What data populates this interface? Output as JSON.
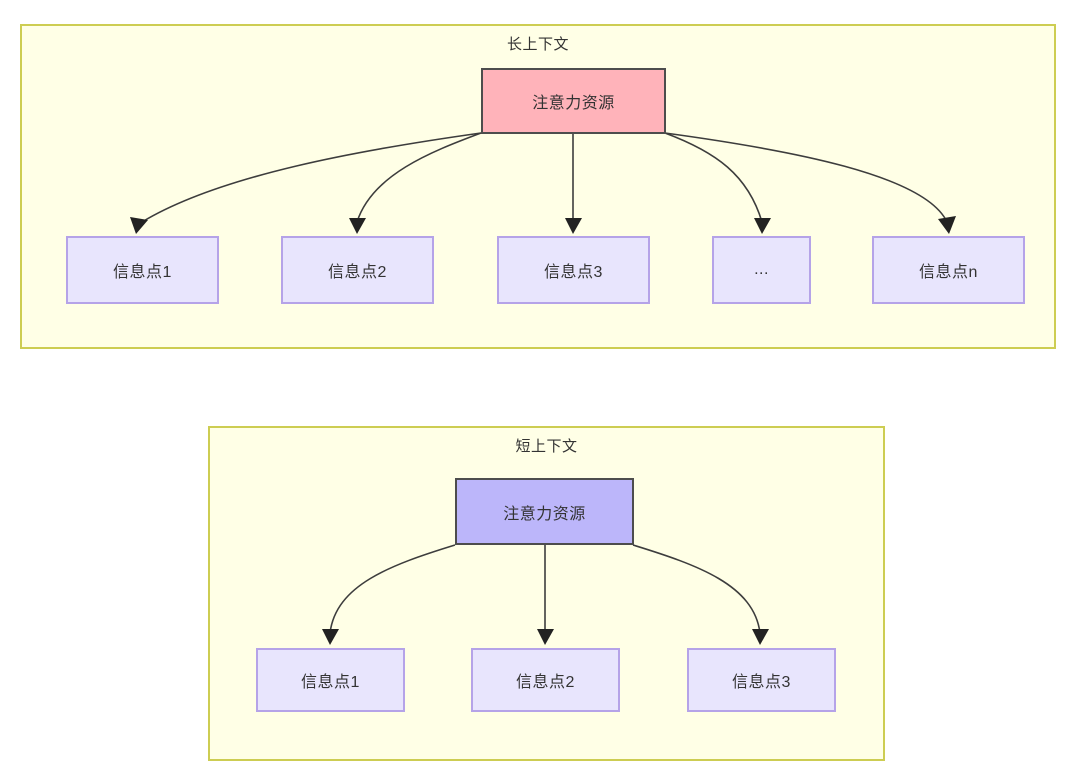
{
  "diagram": {
    "type": "node-edge-diagram",
    "background": "#ffffff",
    "colors": {
      "group_fill": "#ffffe6",
      "group_border": "#cdcd52",
      "root_long_fill": "#ffb3ba",
      "root_short_fill": "#bcb6fa",
      "root_border": "#4d4d4d",
      "leaf_fill": "#e8e5fd",
      "leaf_border": "#b5a3e8",
      "edge_stroke": "#3d3d3d",
      "text": "#333333"
    },
    "groups": [
      {
        "id": "long-context",
        "title": "长上下文",
        "root": {
          "label": "注意力资源"
        },
        "leaves": [
          {
            "label": "信息点1"
          },
          {
            "label": "信息点2"
          },
          {
            "label": "信息点3"
          },
          {
            "label": "..."
          },
          {
            "label": "信息点n"
          }
        ]
      },
      {
        "id": "short-context",
        "title": "短上下文",
        "root": {
          "label": "注意力资源"
        },
        "leaves": [
          {
            "label": "信息点1"
          },
          {
            "label": "信息点2"
          },
          {
            "label": "信息点3"
          }
        ]
      }
    ]
  }
}
